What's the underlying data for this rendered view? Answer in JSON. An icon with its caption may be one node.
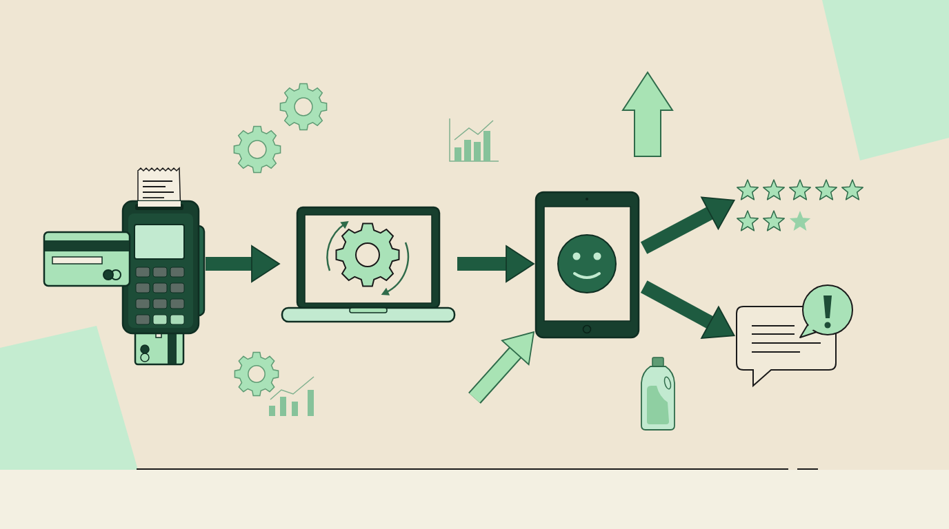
{
  "diagram": {
    "nodes": [
      {
        "text": [],
        "shape": "picture"
      },
      {
        "text": [],
        "shape": "picture"
      },
      {
        "text": [],
        "shape": "picture"
      },
      {
        "text": [],
        "shape": "picture"
      },
      {
        "text": [],
        "shape": "picture"
      }
    ],
    "edges": [
      {
        "from": 0,
        "to": 1,
        "arrow": "to"
      },
      {
        "from": 1,
        "to": 2,
        "arrow": "to"
      },
      {
        "from": 2,
        "to": 3,
        "arrow": "to"
      },
      {
        "from": 2,
        "to": 4,
        "arrow": "to"
      },
      {
        "from": null,
        "to": 2,
        "arrow": "to",
        "color": "#a8e3b4"
      }
    ]
  }
}
